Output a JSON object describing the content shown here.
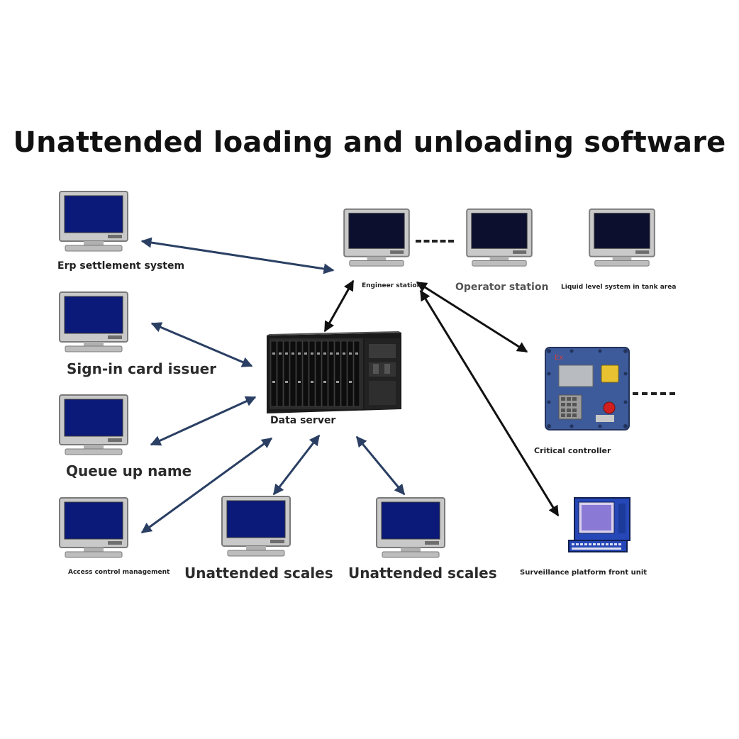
{
  "title": "Unattended loading and unloading software",
  "colors": {
    "arrow_navy": "#2a3f63",
    "arrow_black": "#111111",
    "monitor_screen": "#0b1a78",
    "monitor_bezel": "#c9c9c9",
    "controller_body": "#3d5a9a",
    "surveillance_blue": "#2647b8"
  },
  "nodes": {
    "erp": {
      "label": "Erp settlement system",
      "icon": "monitor-icon"
    },
    "sign_in": {
      "label": "Sign-in card issuer",
      "icon": "monitor-icon"
    },
    "queue": {
      "label": "Queue up name",
      "icon": "monitor-icon"
    },
    "access": {
      "label": "Access control management",
      "icon": "monitor-icon"
    },
    "scale1": {
      "label": "Unattended scales",
      "icon": "monitor-icon"
    },
    "scale2": {
      "label": "Unattended scales",
      "icon": "monitor-icon"
    },
    "server": {
      "label": "Data server",
      "icon": "server-rack-icon"
    },
    "engineer": {
      "label": "Engineer station",
      "icon": "monitor-icon"
    },
    "operator": {
      "label": "Operator station",
      "icon": "monitor-icon"
    },
    "liquid": {
      "label": "Liquid level system in tank area",
      "icon": "monitor-icon"
    },
    "critical": {
      "label": "Critical controller",
      "icon": "explosion-proof-controller-icon"
    },
    "surveillance": {
      "label": "Surveillance platform front unit",
      "icon": "retro-computer-icon"
    }
  },
  "connections": [
    {
      "from": "erp",
      "to": "engineer",
      "style": "double-arrow"
    },
    {
      "from": "sign_in",
      "to": "server",
      "style": "double-arrow"
    },
    {
      "from": "queue",
      "to": "server",
      "style": "double-arrow"
    },
    {
      "from": "access",
      "to": "server",
      "style": "double-arrow"
    },
    {
      "from": "scale1",
      "to": "server",
      "style": "double-arrow"
    },
    {
      "from": "scale2",
      "to": "server",
      "style": "double-arrow"
    },
    {
      "from": "server",
      "to": "engineer",
      "style": "double-arrow"
    },
    {
      "from": "engineer",
      "to": "critical",
      "style": "double-arrow"
    },
    {
      "from": "engineer",
      "to": "surveillance",
      "style": "double-arrow"
    },
    {
      "from": "engineer",
      "to": "operator",
      "style": "dotted-line"
    },
    {
      "from": "critical",
      "to": "more",
      "style": "dotted-line"
    }
  ]
}
